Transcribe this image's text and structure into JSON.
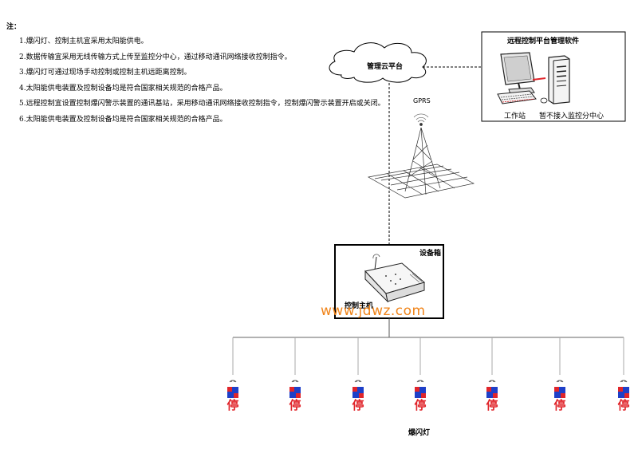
{
  "notes": {
    "title": "注：",
    "items": [
      "1.爆闪灯、控制主机宜采用太阳能供电。",
      "2.数据传输宜采用无线传输方式上传至监控分中心，通过移动通讯网络接收控制指令。",
      "3.爆闪灯可通过现场手动控制或控制主机远距离控制。",
      "4.太阳能供电装置及控制设备均是符合国家相关规范的合格产品。",
      "5.远程控制宜设置控制爆闪警示装置的通讯基站，采用移动通讯网络接收控制指令，控制爆闪警示装置开启或关闭。",
      "6.太阳能供电装置及控制设备均是符合国家相关规范的合格产品。"
    ]
  },
  "cloud": {
    "label": "管理云平台"
  },
  "tower": {
    "label": "GPRS"
  },
  "remote": {
    "title": "远程控制平台管理软件",
    "workstation_label": "工作站",
    "center_label": "暂不接入监控分中心"
  },
  "device_box": {
    "title": "设备箱",
    "host_label": "控制主机"
  },
  "watermark": "www.jdwz.com",
  "lamps": {
    "stop_char": "停",
    "count": 7,
    "caption": "爆闪灯"
  },
  "colors": {
    "stop_red": "#e0252b",
    "panel_blue": "#1e3fc8",
    "watermark": "#f08419"
  },
  "icons": [
    "cloud-icon",
    "gprs-tower-icon",
    "computer-monitor-icon",
    "pc-tower-icon",
    "keyboard-icon",
    "control-host-icon",
    "antenna-icon"
  ]
}
